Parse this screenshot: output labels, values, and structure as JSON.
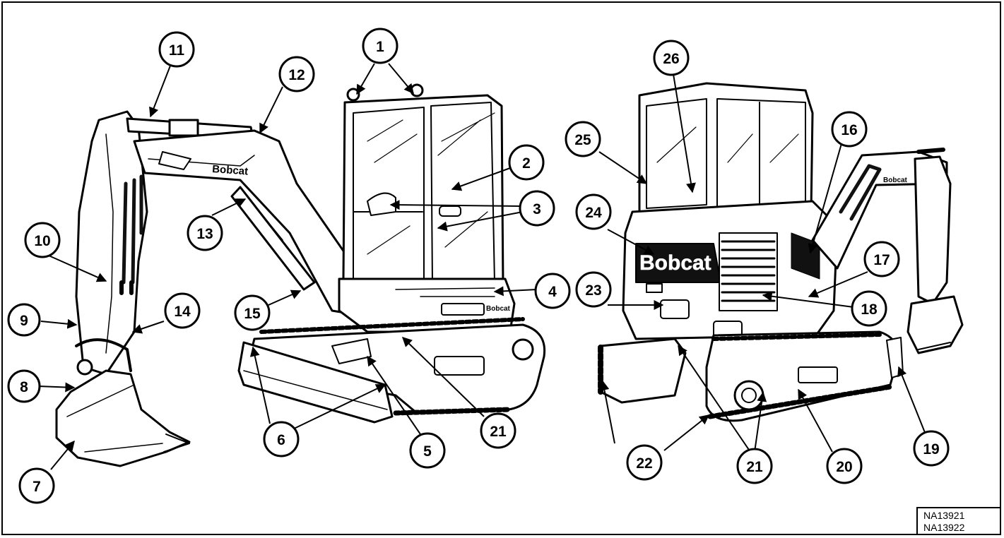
{
  "figure": {
    "codes": [
      "NA13921",
      "NA13922"
    ],
    "brand_text": "Bobcat",
    "callouts": [
      "1",
      "2",
      "3",
      "4",
      "5",
      "6",
      "7",
      "8",
      "9",
      "10",
      "11",
      "12",
      "13",
      "14",
      "15",
      "16",
      "17",
      "18",
      "19",
      "20",
      "21",
      "22",
      "23",
      "24",
      "25",
      "26"
    ]
  }
}
